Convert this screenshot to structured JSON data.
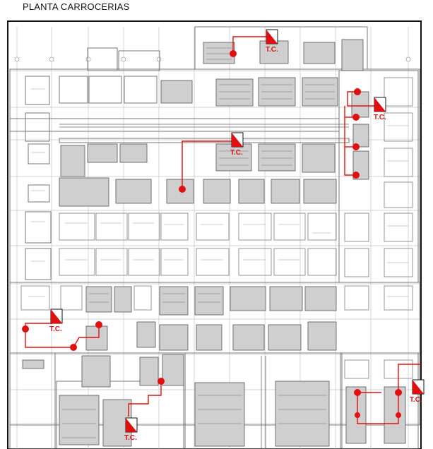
{
  "title": "PLANTA CARROCERIAS",
  "marker_label": "T.C.",
  "colors": {
    "route": "#e01010",
    "line": "#8a8a8a",
    "frame": "#111111",
    "background": "#ffffff"
  },
  "markers": [
    {
      "id": "tc-top-center"
    },
    {
      "id": "tc-right-upper"
    },
    {
      "id": "tc-center"
    },
    {
      "id": "tc-left-lower"
    },
    {
      "id": "tc-right-lower"
    },
    {
      "id": "tc-bottom-center"
    }
  ]
}
